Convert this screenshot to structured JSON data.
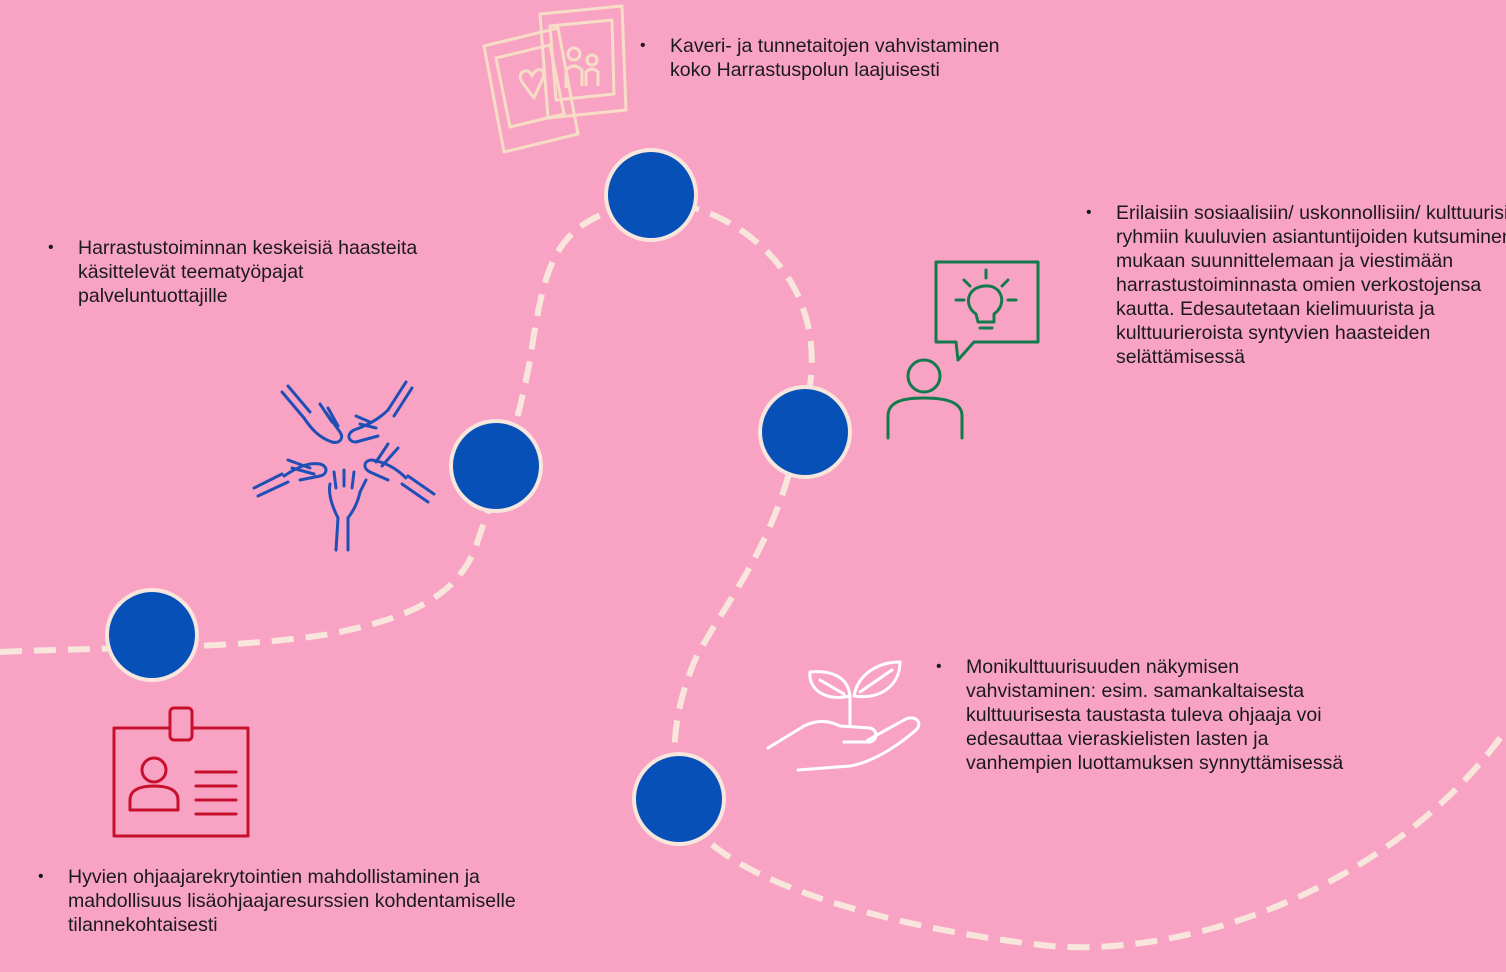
{
  "colors": {
    "background": "#f9a3c4",
    "node_fill": "#0650b8",
    "node_border": "#f8e6dc",
    "path": "#f8e6dc",
    "text": "#1a1a1a",
    "photo_icon": "#f7dcc6",
    "hands_icon": "#1f4fb5",
    "idea_icon": "#137a4e",
    "plant_icon": "#ffffff",
    "badge_icon": "#c8102e"
  },
  "items": [
    {
      "id": "top",
      "icon": "photo-frames-icon",
      "text": "Kaveri- ja tunnetaitojen vahvistaminen koko Harrastuspolun laajuisesti"
    },
    {
      "id": "left",
      "icon": "hands-circle-icon",
      "text": "Harrastustoiminnan keskeisiä haasteita käsittelevät teematyöpajat palveluntuottajille"
    },
    {
      "id": "right",
      "icon": "person-idea-icon",
      "text": "Erilaisiin sosiaalisiin/ uskonnollisiin/ kulttuurisiin ryhmiin kuuluvien asiantuntijoiden kutsuminen mukaan suunnittelemaan ja viestimään harrastustoiminnasta omien verkostojensa kautta. Edesautetaan kielimuurista ja kulttuurieroista syntyvien haasteiden selättämisessä"
    },
    {
      "id": "plant",
      "icon": "hand-plant-icon",
      "text": "Monikulttuurisuuden näkymisen vahvistaminen: esim. samankaltaisesta kulttuurisesta taustasta tuleva ohjaaja voi edesauttaa vieraskielisten lasten ja vanhempien luottamuksen synnyttämisessä"
    },
    {
      "id": "bottom",
      "icon": "id-badge-icon",
      "text": "Hyvien ohjaajarekrytointien mahdollistaminen ja mahdollisuus lisäohjaajaresurssien kohdentamiselle tilannekohtaisesti"
    }
  ]
}
